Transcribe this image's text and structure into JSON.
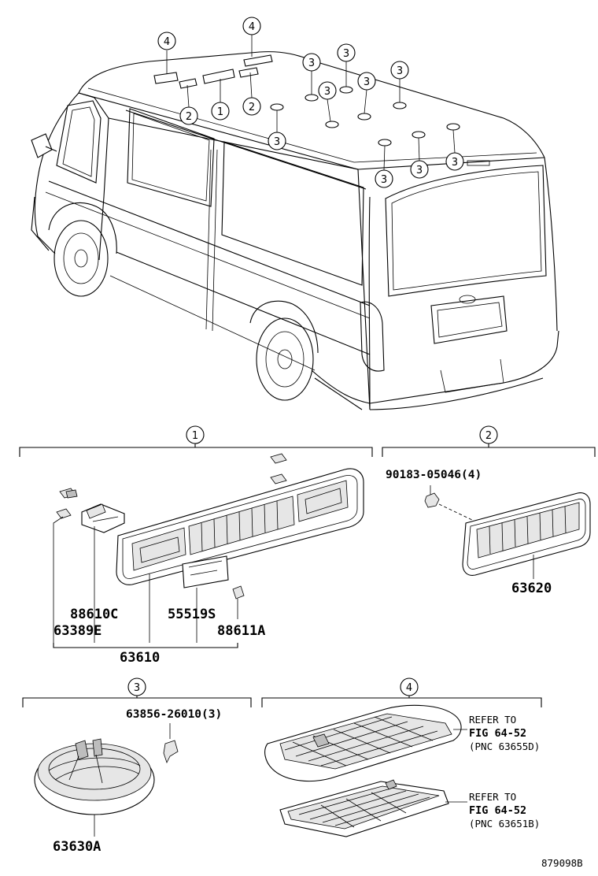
{
  "callouts": {
    "c1": "1",
    "c2": "2",
    "c3": "3",
    "c4": "4"
  },
  "groups": {
    "g1": "1",
    "g2": "2",
    "g3": "3",
    "g4": "4"
  },
  "parts": {
    "p63389E": "63389E",
    "p88610C": "88610C",
    "p55519S": "55519S",
    "p88611A": "88611A",
    "p63610": "63610",
    "p90183": "90183-05046(4)",
    "p63620": "63620",
    "p63856": "63856-26010(3)",
    "p63630A": "63630A"
  },
  "refs": {
    "ref1_line1": "REFER TO",
    "ref1_fig": "FIG",
    "ref1_num": "64-52",
    "ref1_pnc": "(PNC 63655D)",
    "ref2_line1": "REFER TO",
    "ref2_fig": "FIG",
    "ref2_num": "64-52",
    "ref2_pnc": "(PNC 63651B)"
  },
  "diagram_id": "879098B"
}
